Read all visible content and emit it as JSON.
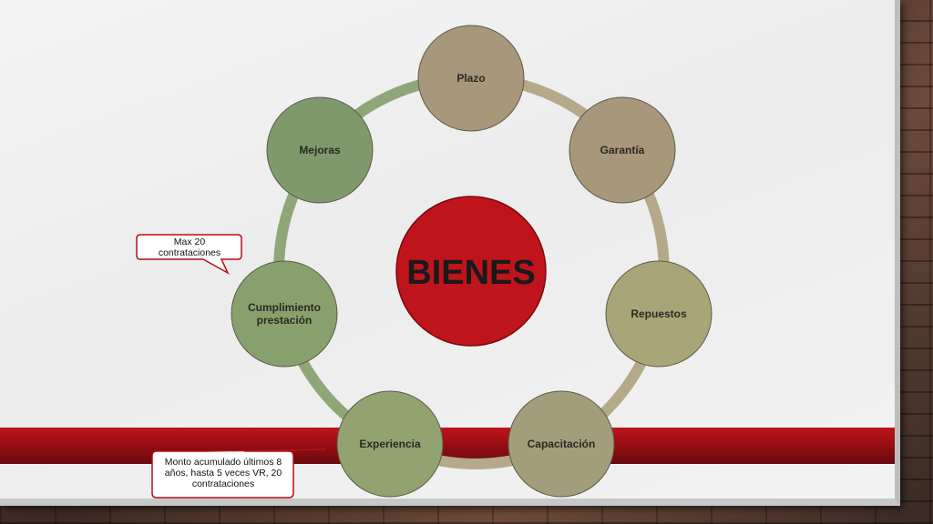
{
  "center": {
    "label": "BIENES",
    "color": "#c0141c"
  },
  "nodes": [
    {
      "id": "plazo",
      "label_lines": [
        "Plazo"
      ],
      "color": "#a8977b"
    },
    {
      "id": "garantia",
      "label_lines": [
        "Garantía"
      ],
      "color": "#a8977b"
    },
    {
      "id": "repuestos",
      "label_lines": [
        "Repuestos"
      ],
      "color": "#a8a678"
    },
    {
      "id": "capacitacion",
      "label_lines": [
        "Capacitación"
      ],
      "color": "#a29e7c"
    },
    {
      "id": "experiencia",
      "label_lines": [
        "Experiencia"
      ],
      "color": "#93a271"
    },
    {
      "id": "cumplimiento",
      "label_lines": [
        "Cumplimiento",
        "prestación"
      ],
      "color": "#88a06e"
    },
    {
      "id": "mejoras",
      "label_lines": [
        "Mejoras"
      ],
      "color": "#7e9a6c"
    }
  ],
  "callouts": {
    "cumplimiento_note": "Max  20 contrataciones",
    "experiencia_note": "Monto acumulado últimos 8 años,  hasta 5 veces VR, 20 contrataciones"
  },
  "colors": {
    "accent_red": "#c0141c",
    "ring_green": "#8fa778",
    "ring_tan": "#b5a98a"
  }
}
